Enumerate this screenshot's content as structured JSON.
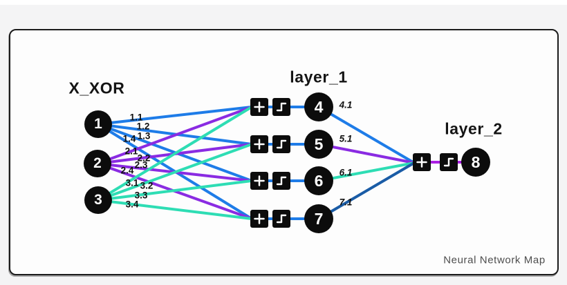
{
  "canvas": {
    "footer_label": "Neural Network Map"
  },
  "network": {
    "layers": [
      {
        "id": "input",
        "title": "X_XOR",
        "nodes": [
          "1",
          "2",
          "3"
        ]
      },
      {
        "id": "layer_1",
        "title": "layer_1",
        "nodes": [
          "4",
          "5",
          "6",
          "7"
        ]
      },
      {
        "id": "layer_2",
        "title": "layer_2",
        "nodes": [
          "8"
        ]
      }
    ],
    "unit_blocks": {
      "sum_symbol": "+",
      "activation": "step"
    },
    "edges": [
      {
        "from": "1",
        "to": "4",
        "label": "1.1",
        "color": "blue"
      },
      {
        "from": "1",
        "to": "5",
        "label": "1.2",
        "color": "blue"
      },
      {
        "from": "1",
        "to": "6",
        "label": "1.3",
        "color": "blue"
      },
      {
        "from": "1",
        "to": "7",
        "label": "1.4",
        "color": "blue"
      },
      {
        "from": "2",
        "to": "4",
        "label": "2.1",
        "color": "purple"
      },
      {
        "from": "2",
        "to": "5",
        "label": "2.2",
        "color": "purple"
      },
      {
        "from": "2",
        "to": "6",
        "label": "2.3",
        "color": "purple"
      },
      {
        "from": "2",
        "to": "7",
        "label": "2.4",
        "color": "purple"
      },
      {
        "from": "3",
        "to": "4",
        "label": "3.1",
        "color": "teal"
      },
      {
        "from": "3",
        "to": "5",
        "label": "3.2",
        "color": "teal"
      },
      {
        "from": "3",
        "to": "6",
        "label": "3.3",
        "color": "teal"
      },
      {
        "from": "3",
        "to": "7",
        "label": "3.4",
        "color": "teal"
      },
      {
        "from": "4",
        "to": "8",
        "label": "4.1",
        "color": "blue"
      },
      {
        "from": "5",
        "to": "8",
        "label": "5.1",
        "color": "purple"
      },
      {
        "from": "6",
        "to": "8",
        "label": "6.1",
        "color": "teal"
      },
      {
        "from": "7",
        "to": "8",
        "label": "7.1",
        "color": "navy"
      }
    ],
    "colors": {
      "blue": "#1e7ce8",
      "purple": "#8a2be2",
      "teal": "#2eddb4",
      "navy": "#1a5ca6",
      "magenta": "#ab1fe3",
      "node_fill": "#0c0c0c"
    }
  }
}
